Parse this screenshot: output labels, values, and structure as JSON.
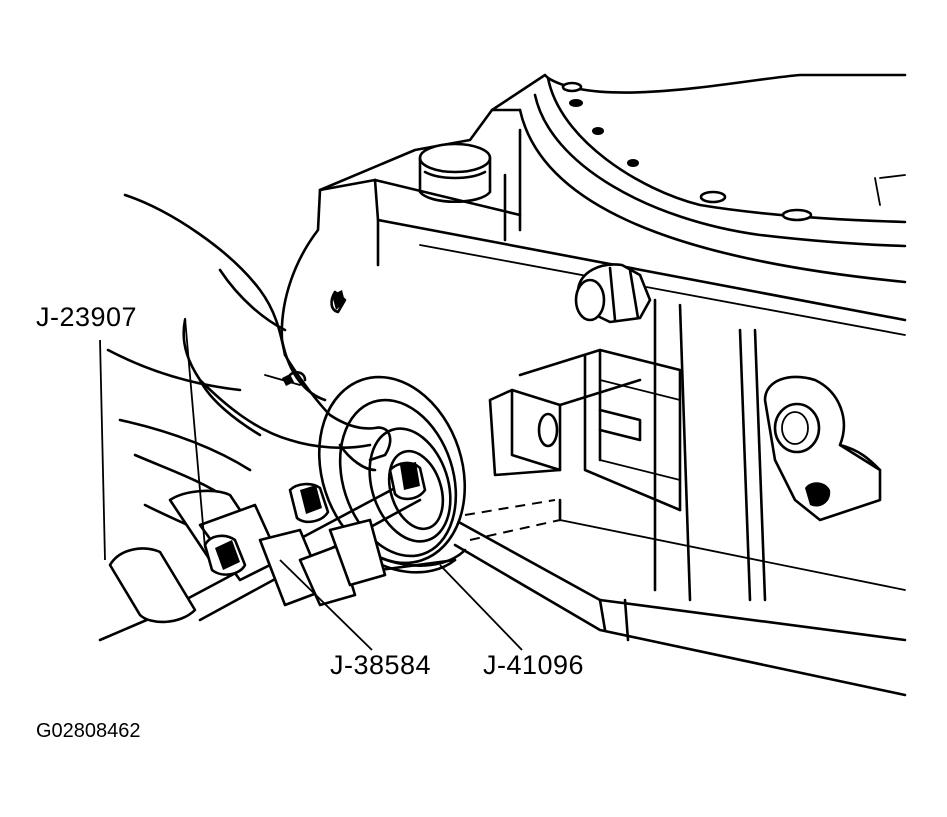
{
  "labels": {
    "tool_1": "J-23907",
    "tool_2": "J-38584",
    "tool_3": "J-41096"
  },
  "figure_id": "G02808462",
  "colors": {
    "line": "#000000",
    "background": "#ffffff"
  }
}
